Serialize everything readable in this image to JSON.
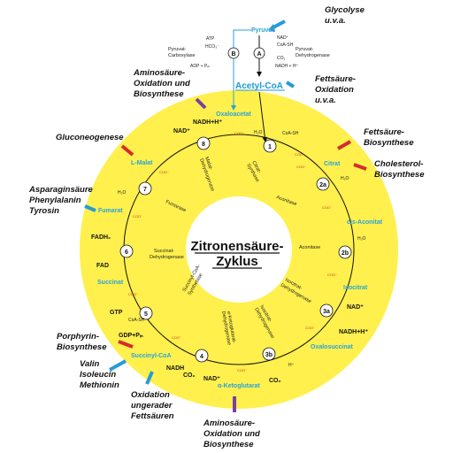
{
  "title_lines": [
    "Zitronensäure-",
    "Zyklus"
  ],
  "top_labels": {
    "pyruvat": "Pyruvat",
    "acetyl_coa": "Acetyl-CoA",
    "oxaloacetat_top": "Oxaloacetat",
    "b_label": "B",
    "a_label": "A",
    "atp": "ATP",
    "hco3": "HCO₃⁻",
    "adp": "ADP + Pᵢₙ",
    "pyruvat_carboxylase": [
      "Pyruvat-",
      "Carboxylase"
    ],
    "nad": "NAD⁺",
    "coash": "CoA-SH",
    "co2": "CO₂",
    "nadh": "NADH + H⁺",
    "pyruvat_dehydrogenase": [
      "Pyruvat-",
      "Dehydrogenase"
    ]
  },
  "metabolites": {
    "citrat": "Citrat",
    "cis_aconitat": "cis-Aconitat",
    "isocitrat": "Isocitrat",
    "oxalosuccinat": "Oxalosuccinat",
    "ketoglutarat": "α-Ketoglutarat",
    "succinyl_coa": "Succinyl-CoA",
    "succinat": "Succinat",
    "fumarat": "Fumarat",
    "l_malat": "L-Malat",
    "oxaloacetat": "Oxaloacetat"
  },
  "enzymes": {
    "citrat_synthase": [
      "Citrat-",
      "Synthase"
    ],
    "aconitase_1": "Aconitase",
    "aconitase_2": "Aconitase",
    "isocitrat_dh": [
      "Isocitrat-",
      "Dehydrogenase"
    ],
    "isocitrat_dh_2": [
      "Isocitrat-",
      "Dehydrogenase"
    ],
    "ketoglutarat_dh": [
      "α-Ketoglutarat-",
      "Dehydrogenase"
    ],
    "succinyl_coa_synthetase": [
      "Succinyl-CoA-",
      "Synthetase"
    ],
    "succinat_dh": [
      "Succinat-",
      "Dehydrogenase"
    ],
    "fumarase": "Fumarase",
    "malat_dh": [
      "Malat-",
      "Dehydrogenase"
    ]
  },
  "cofactors": {
    "nadh_top": "NADH+H⁺",
    "nad_top": "NAD⁺",
    "fadh2": "FADH₂",
    "fad": "FAD",
    "gtp": "GTP",
    "gdp": "GDP+Pᵢₙ",
    "coash_5": "CoA-SH",
    "nadh_4": "NADH",
    "co2_4": "CO₂",
    "nad_4": "NAD⁺",
    "co2_3b": "CO₂",
    "nad_3a": "NAD⁺",
    "nadh_3a": "NADH+H⁺",
    "h2o_1": "H₂O",
    "h2o_2a": "H₂O",
    "h2o_2b": "H₂O",
    "h2o_7": "H₂O",
    "coash_1": "CoA-SH",
    "h_3b": "H⁺"
  },
  "steps": [
    "1",
    "2a",
    "2b",
    "3a",
    "3b",
    "4",
    "5",
    "6",
    "7",
    "8"
  ],
  "external": {
    "glycolyse": [
      "Glycolyse",
      "u.v.a."
    ],
    "aminosaeure_top": [
      "Aminosäure-",
      "Oxidation und",
      "Biosynthese"
    ],
    "fettsaeure_oxidation": [
      "Fettsäure-",
      "Oxidation",
      "u.v.a."
    ],
    "gluconeogenese": "Gluconeogenese",
    "fettsaeure_biosynthese": [
      "Fettsäure-",
      "Biosynthese"
    ],
    "cholesterol": [
      "Cholesterol-",
      "Biosynthese"
    ],
    "asparagin": [
      "Asparaginsäure",
      "Phenylalanin",
      "Tyrosin"
    ],
    "porphyrin": [
      "Porphyrin-",
      "Biosynthese"
    ],
    "valin": [
      "Valin",
      "Isoleucin",
      "Methionin"
    ],
    "oxidation_ungerader": [
      "Oxidation",
      "ungerader",
      "Fettsäuren"
    ],
    "aminosaeure_bottom": [
      "Aminosäure-",
      "Oxidation und",
      "Biosynthese"
    ]
  },
  "colors": {
    "ring": "#fff04d",
    "blue": "#29a3d9",
    "red": "#d62c2c",
    "arrow_blue": "#2b9ad8"
  }
}
